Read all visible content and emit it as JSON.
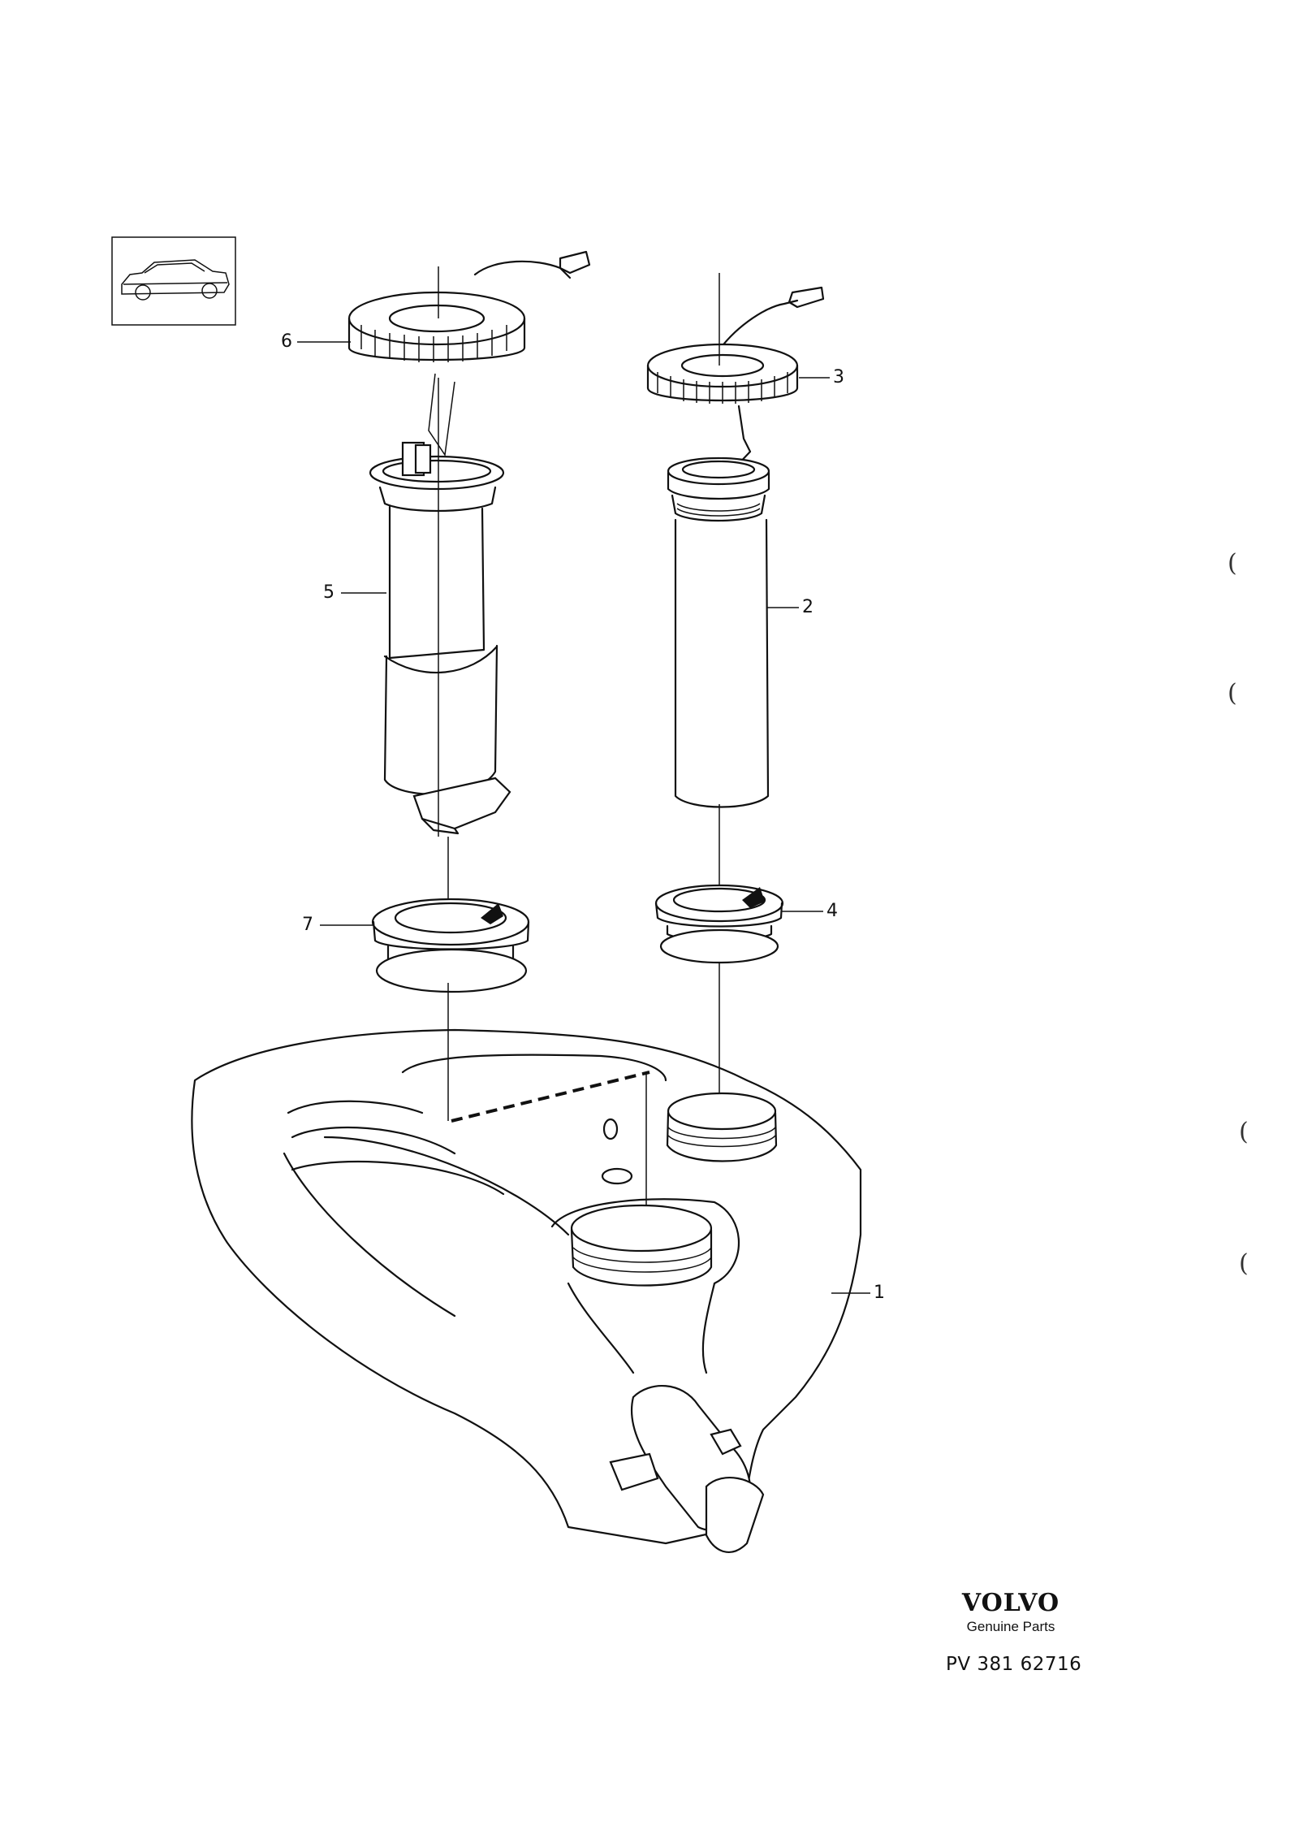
{
  "callouts": [
    {
      "id": "1",
      "label": "1"
    },
    {
      "id": "2",
      "label": "2"
    },
    {
      "id": "3",
      "label": "3"
    },
    {
      "id": "4",
      "label": "4"
    },
    {
      "id": "5",
      "label": "5"
    },
    {
      "id": "6",
      "label": "6"
    },
    {
      "id": "7",
      "label": "7"
    }
  ],
  "brand": {
    "logo_text": "VOLVO",
    "subtitle": "Genuine Parts",
    "reference": "PV  381 62716"
  },
  "margin_marks": [
    "(",
    "(",
    "(",
    "("
  ],
  "icons": {
    "vehicle_thumbnail": "car-sedan-icon"
  }
}
